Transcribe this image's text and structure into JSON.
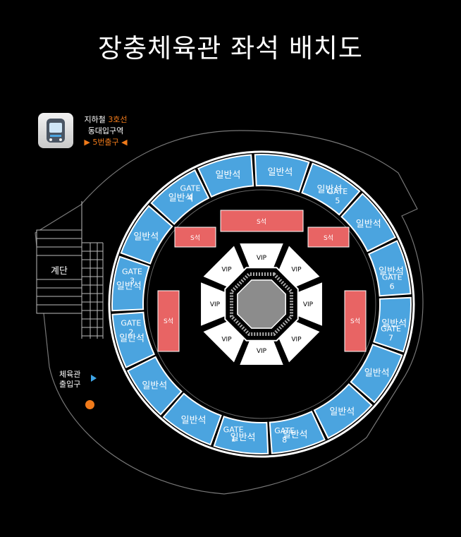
{
  "title": "장충체육관 좌석 배치도",
  "subway": {
    "line_prefix": "지하철",
    "line": "3호선",
    "station": "동대입구역",
    "exit": "▶ 5번출구 ◀",
    "icon": "subway-train-icon"
  },
  "stairs_label": "계단",
  "entrance": {
    "line1": "체육관",
    "line2": "출입구",
    "icon": "arrow-right-icon"
  },
  "colors": {
    "general": "#4ba4df",
    "s_seat": "#e86464",
    "vip": "#ffffff",
    "ring": "#8c8c8c",
    "accent": "#f07a1a"
  },
  "section_labels": {
    "general": "일반석",
    "s": "S석",
    "vip": "VIP",
    "gate": "GATE"
  },
  "gates": [
    "1",
    "2",
    "3",
    "4",
    "5",
    "6",
    "7",
    "8"
  ]
}
